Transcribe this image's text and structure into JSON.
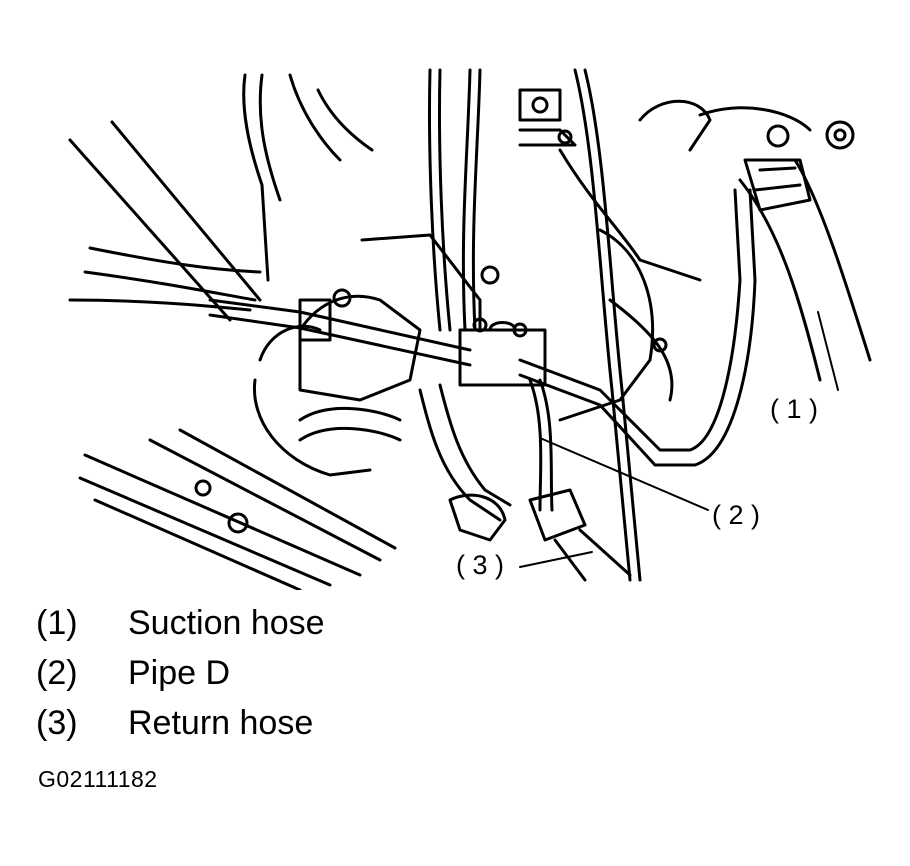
{
  "callouts": [
    {
      "number": "( 1 )"
    },
    {
      "number": "( 2 )"
    },
    {
      "number": "( 3 )"
    }
  ],
  "legend": [
    {
      "number": "(1)",
      "label": "Suction hose"
    },
    {
      "number": "(2)",
      "label": "Pipe D"
    },
    {
      "number": "(3)",
      "label": "Return hose"
    }
  ],
  "figure_id": "G02111182"
}
